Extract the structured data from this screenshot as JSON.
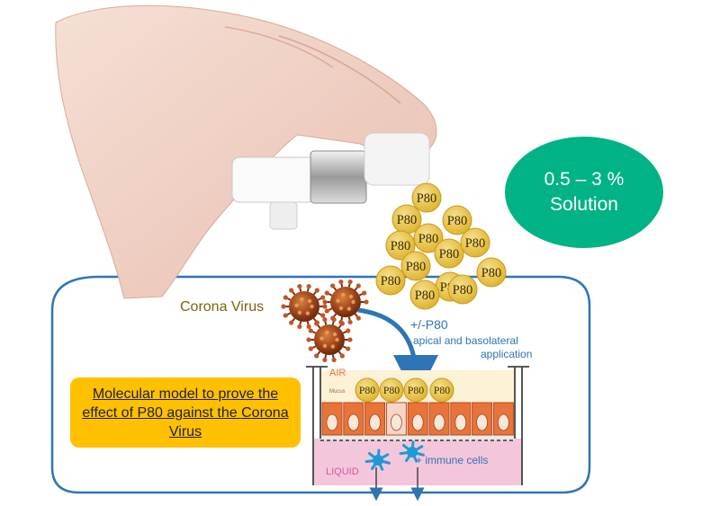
{
  "concentration": {
    "line1": "0.5 – 3 %",
    "line2": "Solution"
  },
  "labels": {
    "virus": "Corona Virus",
    "treatment": "+/-P80",
    "application_line1": "apical and basolateral",
    "application_line2": "application",
    "air": "AIR",
    "liquid": "LIQUID",
    "immune": "+ immune cells",
    "mucus": "Mucus",
    "particle": "P80"
  },
  "callout": {
    "text": "Molecular model to prove the effect of P80 against the Corona Virus"
  },
  "colors": {
    "frame": "#2e75b6",
    "ellipse": "#00b386",
    "callout_bg": "#ffc000",
    "particle": "#e8c33a",
    "virus": "#a0451b",
    "arrow": "#2e75b6",
    "cell": "#e8743a",
    "liquid": "#f4c6dc"
  },
  "icons": [
    "hand-spray-icon",
    "spray-bottle-icon",
    "virus-icon",
    "immune-cell-icon",
    "curved-arrow-icon"
  ]
}
